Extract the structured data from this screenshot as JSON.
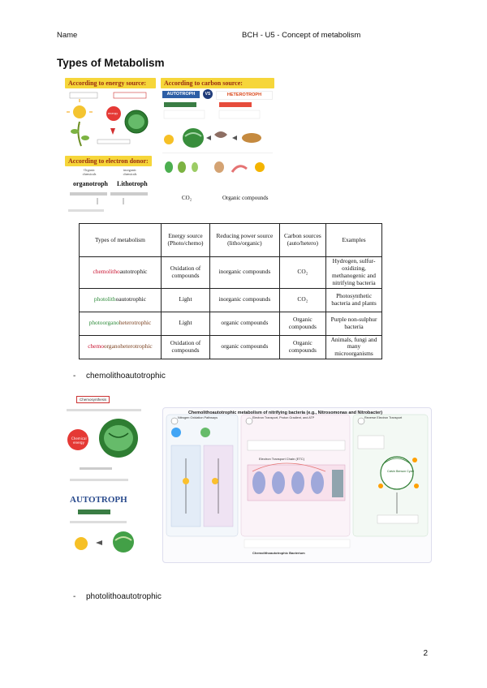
{
  "header": {
    "name": "Name",
    "course": "BCH -  U5 - Concept of metabolism"
  },
  "title": "Types of Metabolism",
  "figure1": {
    "energy_heading": "According to energy source:",
    "carbon_heading": "According to carbon source:",
    "donor_heading": "According to electron donor:",
    "autotroph": "AUTOTROPH",
    "vs": "VS",
    "heterotroph": "HETEROTROPH",
    "organotroph": "organotroph",
    "lithotroph": "Lithotroph",
    "co2": "CO₂",
    "organic_compounds": "Organic compounds"
  },
  "table": {
    "headers": [
      "Types of metabolism",
      "Energy source (Photo/chemo)",
      "Reducing power source (litho/organic)",
      "Carbon sources (auto/hetero)",
      "Examples"
    ],
    "rows": [
      {
        "type_a": "chemolitho",
        "type_b": "autotrophic",
        "energy": "Oxidation of compounds",
        "reducing": "inorganic compounds",
        "carbon": "CO₂",
        "examples": "Hydrogen, sulfur-oxidizing, methanogenic and nitrifying bacteria"
      },
      {
        "type_a": "photolith",
        "type_b": "oautotrophic",
        "energy": "Light",
        "reducing": "inorganic compounds",
        "carbon": "CO₂",
        "examples": "Photosynthetic bacteria and plants"
      },
      {
        "type_a": "photoorgano",
        "type_b": "heterotrophic",
        "energy": "Light",
        "reducing": "organic compounds",
        "carbon": "Organic compounds",
        "examples": "Purple non-sulphur bacteria"
      },
      {
        "type_a": "chemo",
        "type_b": "organoheterotrophic",
        "energy": "Oxidation of compounds",
        "reducing": "organic compounds",
        "carbon": "Organic compounds",
        "examples": "Animals, fungi and many microorganisms"
      }
    ]
  },
  "bullets": [
    "chemolithoautotrophic",
    "photolithoautotrophic"
  ],
  "figure2": {
    "chemo_label": "Chemosynthesis",
    "autotroph": "AUTOTROPH",
    "diagram_title": "Chemolithoautotrophic metabolism of nitrifying bacteria (e.g., Nitrosomonas and Nitrobacter)",
    "sections": [
      "Nitrogen Oxidation Pathways",
      "Electron Transport, Proton Gradient, and ATP",
      "Reverse Electron Transport"
    ],
    "etc": "Electron Transport Chain (ETC)",
    "calvin": "Calvin Benson Cycle",
    "footer": "Chemolithoautotrophic Bacterium"
  },
  "page_number": "2"
}
